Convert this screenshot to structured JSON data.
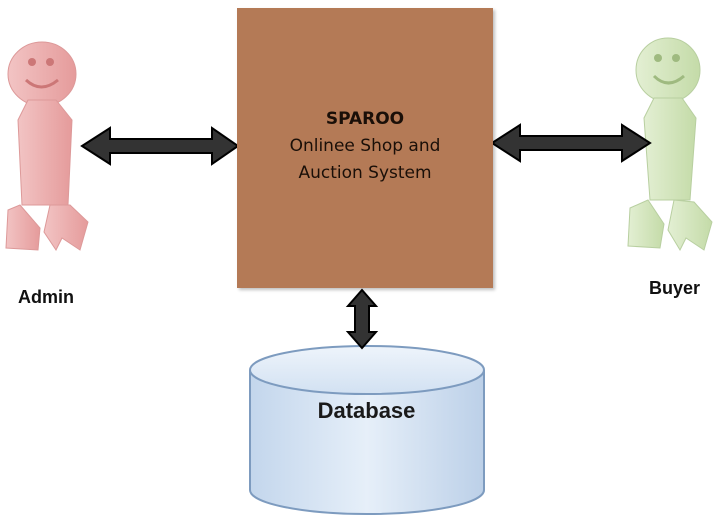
{
  "system": {
    "name": "SPAROO",
    "line1": "Onlinee Shop and",
    "line2": "Auction System",
    "color": "#b47a56"
  },
  "actors": {
    "admin": {
      "label": "Admin",
      "icon": "person-icon",
      "color": "#e8a2a2"
    },
    "buyer": {
      "label": "Buyer",
      "icon": "person-icon",
      "color": "#cfe2b6"
    }
  },
  "database": {
    "label": "Database",
    "icon": "cylinder-icon",
    "color": "#d4e3f3"
  },
  "connectors": {
    "color": "#1a1a1a"
  }
}
